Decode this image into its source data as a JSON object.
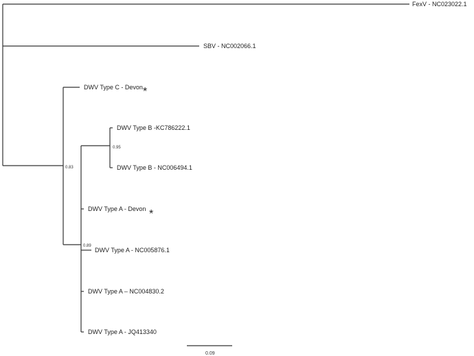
{
  "tree": {
    "taxa": {
      "fexv": "FexV - NC023022.1",
      "sbv": "SBV - NC002066.1",
      "dwv_c_devon": "DWV Type C - Devon",
      "dwv_b_kc": "DWV Type B -KC786222.1",
      "dwv_b_nc": "DWV Type B - NC006494.1",
      "dwv_a_devon": "DWV Type A - Devon",
      "dwv_a_nc005876": "DWV Type A - NC005876.1",
      "dwv_a_nc004830": "DWV Type A – NC004830.2",
      "dwv_a_jq": "DWV Type A - JQ413340"
    },
    "support": {
      "dwv_clade": "0.83",
      "type_b_clade": "0.95",
      "type_a_clade": "0.89"
    },
    "marker": "*",
    "scale_bar": "0.09"
  }
}
